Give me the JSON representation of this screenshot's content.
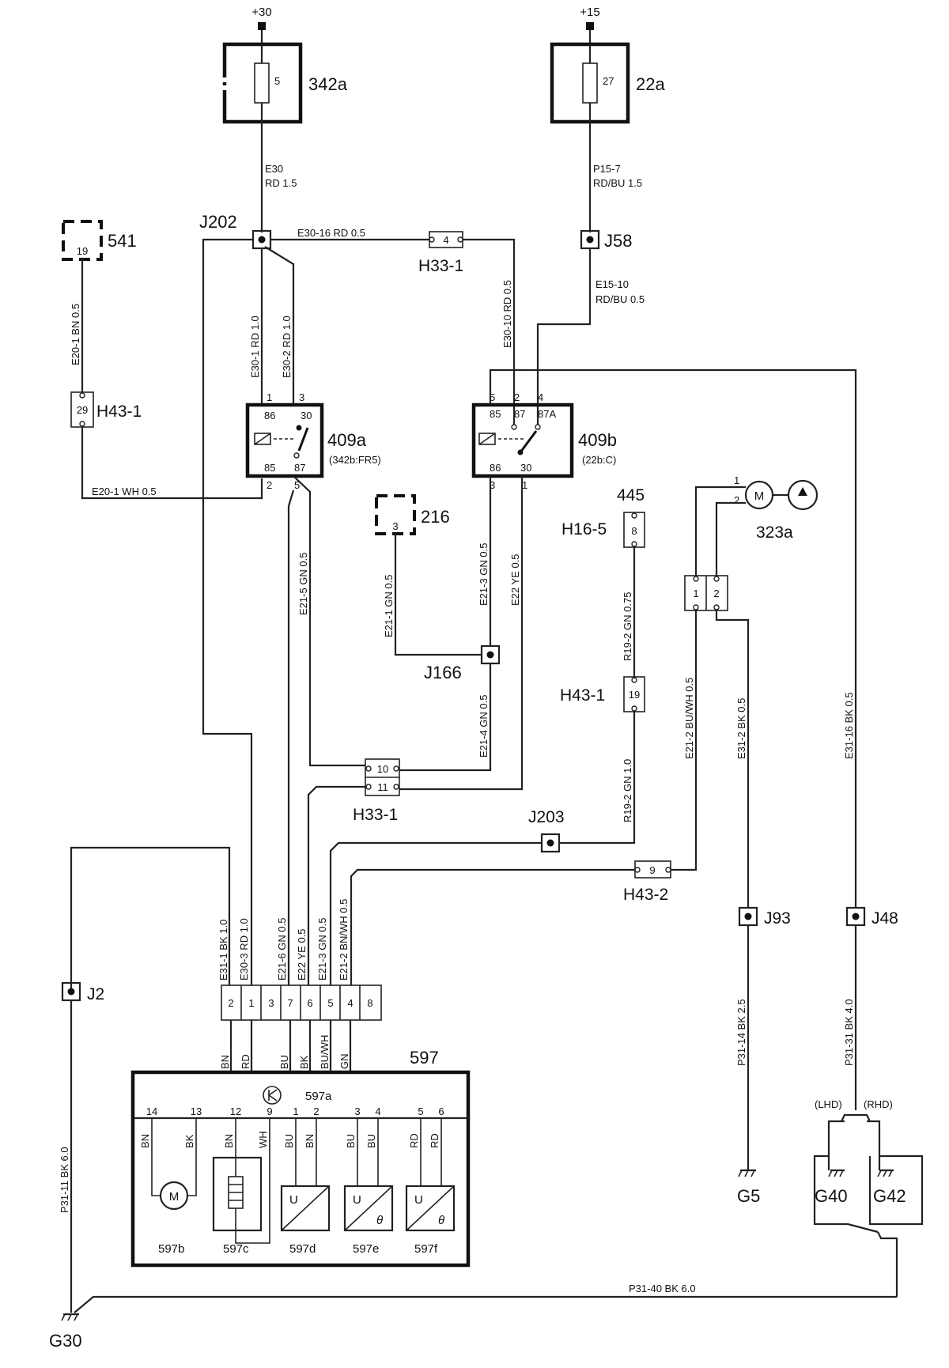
{
  "supply": {
    "p30": "+30",
    "p15": "+15"
  },
  "fuses": [
    {
      "id": "342a",
      "no": "5"
    },
    {
      "id": "22a",
      "no": "27"
    }
  ],
  "relays": {
    "r409a": {
      "id": "409a",
      "ref": "(342b:FR5)",
      "p86": "86",
      "p30": "30",
      "p85": "85",
      "p87": "87",
      "ext_top": [
        "1",
        "3"
      ],
      "ext_bot": [
        "2",
        "5"
      ]
    },
    "r409b": {
      "id": "409b",
      "ref": "(22b:C)",
      "p85": "85",
      "p87": "87",
      "p87a": "87A",
      "p86": "86",
      "p30": "30",
      "ext_top": [
        "5",
        "2",
        "4"
      ],
      "ext_bot": [
        "3",
        "1"
      ]
    }
  },
  "components": {
    "c541": {
      "id": "541",
      "pin": "19"
    },
    "c216": {
      "id": "216",
      "pin": "3"
    },
    "c445": {
      "id": "445"
    },
    "c323a": {
      "id": "323a",
      "pin1": "1",
      "pin2": "2",
      "motor": "M"
    },
    "c597": {
      "id": "597",
      "sub": "597a"
    }
  },
  "connectors": {
    "h33_1_top": {
      "id": "H33-1",
      "pin": "4"
    },
    "h43_1_left": {
      "id": "H43-1",
      "pin": "29"
    },
    "h16_5": {
      "id": "H16-5",
      "pin": "8"
    },
    "h43_1_right": {
      "id": "H43-1",
      "pin": "19"
    },
    "h33_1_mid": {
      "id": "H33-1",
      "pin_a": "10",
      "pin_b": "11"
    },
    "h43_2": {
      "id": "H43-2",
      "pin": "9"
    },
    "c323_conn": {
      "pin1": "1",
      "pin2": "2"
    },
    "ecu_pins": [
      "2",
      "1",
      "3",
      "7",
      "6",
      "5",
      "4",
      "8"
    ]
  },
  "junctions": {
    "j202": "J202",
    "j58": "J58",
    "j166": "J166",
    "j203": "J203",
    "j93": "J93",
    "j48": "J48",
    "j2": "J2"
  },
  "wires": {
    "e30": [
      "E30",
      "RD  1.5"
    ],
    "p15_7": [
      "P15-7",
      "RD/BU  1.5"
    ],
    "e30_16": "E30-16  RD    0.5",
    "e15_10": [
      "E15-10",
      "RD/BU  0.5"
    ],
    "e20_1_v": "E20-1   BN   0.5",
    "e30_1": "E30-1   RD   1.0",
    "e30_2": "E30-2   RD   1.0",
    "e30_10": "E30-10   RD   0.5",
    "e20_1_h": "E20-1   WH   0.5",
    "e21_5": "E21-5   GN   0.5",
    "e21_3_up": "E21-3   GN   0.5",
    "e22_up": "E22   YE   0.5",
    "e21_1": "E21-1   GN   0.5",
    "e21_4": "E21-4   GN   0.5",
    "r19_2_up": "R19-2   GN   0.75",
    "r19_2_dn": "R19-2   GN   1.0",
    "e21_2_up": "E21-2   BU/WH   0.5",
    "e31_2": "E31-2   BK   0.5",
    "e31_16": "E31-16   BK   0.5",
    "e31_1": "E31-1   BK   1.0",
    "e30_3": "E30-3   RD   1.0",
    "e21_6": "E21-6   GN   0.5",
    "e22_dn": "E22   YE   0.5",
    "e21_3_dn": "E21-3   GN   0.5",
    "e21_2_dn": "E21-2   BN/WH   0.5",
    "p31_14": "P31-14   BK   2.5",
    "p31_31": "P31-31   BK   4.0",
    "p31_11": "P31-11   BK   6.0",
    "p31_40": "P31-40   BK   6.0",
    "ecu_colors": [
      "BN",
      "RD",
      "BU",
      "BK",
      "BU/WH",
      "GN"
    ]
  },
  "ecu": {
    "pins": [
      "14",
      "13",
      "12",
      "9",
      "1",
      "2",
      "3",
      "4",
      "5",
      "6"
    ],
    "lead_colors": [
      "BN",
      "BK",
      "BN",
      "WH",
      "BU",
      "BN",
      "BU",
      "BU",
      "RD",
      "RD"
    ],
    "subs": [
      "597b",
      "597c",
      "597d",
      "597e",
      "597f"
    ],
    "symbols": {
      "motor": "M",
      "u": "U",
      "theta": "θ"
    }
  },
  "grounds": {
    "g5": "G5",
    "g40": "G40",
    "g42": "G42",
    "g30": "G30",
    "lhd": "(LHD)",
    "rhd": "(RHD)"
  }
}
